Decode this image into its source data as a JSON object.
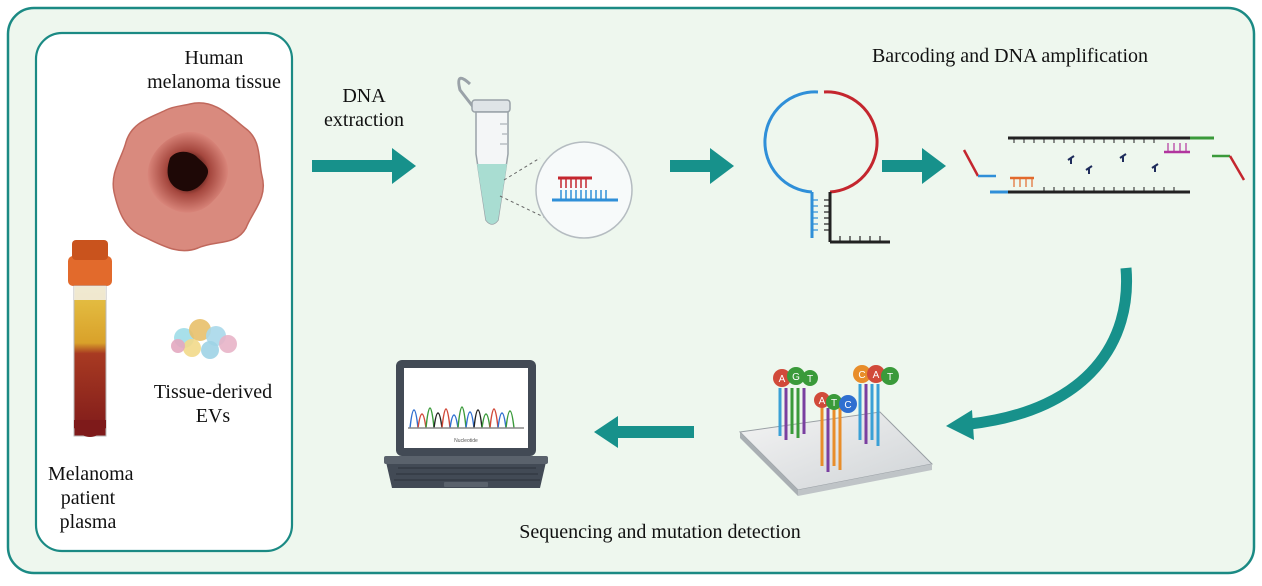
{
  "labels": {
    "tissue": "Human\nmelanoma tissue",
    "tube": "Melanoma\npatient\nplasma",
    "evs": "Tissue-derived\nEVs",
    "extraction": "DNA\nextraction",
    "barcoding": "Barcoding and DNA amplification",
    "sequencing": "Sequencing and mutation detection",
    "chromatogram_axis": "Nucleotide"
  },
  "bases": {
    "cluster_left": [
      "A",
      "G",
      "T"
    ],
    "cluster_middle": [
      "A",
      "T",
      "C"
    ],
    "cluster_right": [
      "C",
      "A",
      "T"
    ]
  },
  "colors": {
    "frame_stroke": "#1b8a84",
    "frame_fill": "#eef7ee",
    "arrow": "#17918b",
    "tube_cap": "#e26a2c",
    "plasma_top": "#e2b93b",
    "plasma_bottom": "#8f2020",
    "dna_blue": "#2f8fd8",
    "dna_red": "#c4262e",
    "laptop": "#424a55"
  }
}
